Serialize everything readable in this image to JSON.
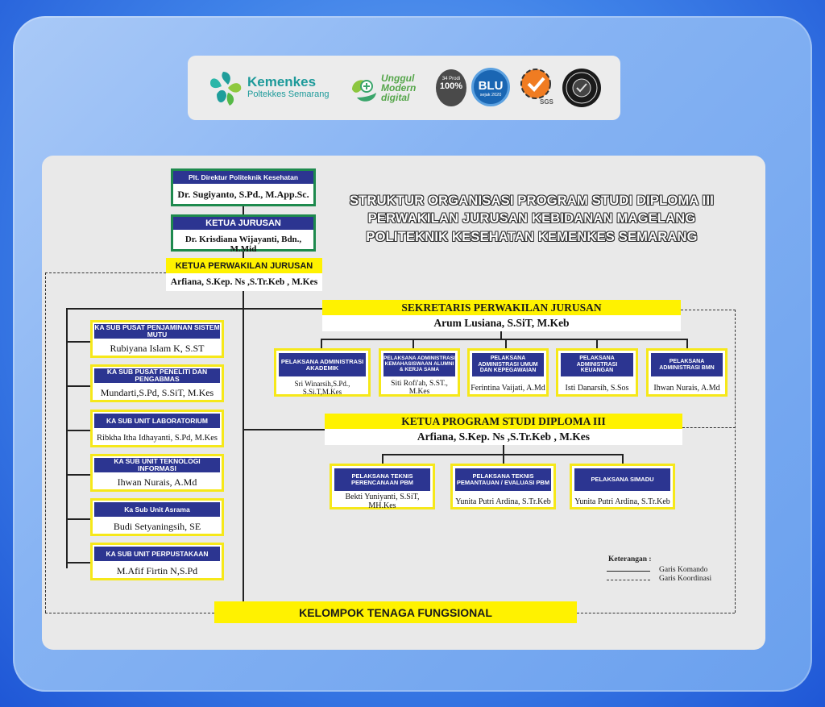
{
  "logos": {
    "kemenkes_title": "Kemenkes",
    "kemenkes_subtitle": "Poltekkes Semarang",
    "unggul_line1": "Unggul",
    "unggul_line2": "Modern",
    "unggul_line3": "digital",
    "prodi_line1": "34 Prodi",
    "prodi_line2": "100%",
    "blu_text": "BLU",
    "blu_sub": "sejak 2020",
    "sgs_text": "SGS"
  },
  "title": {
    "line1": "STRUKTUR ORGANISASI PROGRAM STUDI DIPLOMA III",
    "line2": "PERWAKILAN JURUSAN KEBIDANAN MAGELANG",
    "line3": "POLITEKNIK KESEHATAN KEMENKES SEMARANG"
  },
  "direktur": {
    "role": "Plt. Direktur Politeknik Kesehatan Semarang",
    "name": "Dr. Sugiyanto, S.Pd., M.App.Sc."
  },
  "ketua_jurusan": {
    "role": "KETUA JURUSAN",
    "name": "Dr. Krisdiana Wijayanti, Bdn., M.Mid"
  },
  "ketua_perwakilan": {
    "role": "KETUA PERWAKILAN JURUSAN",
    "name": "Arfiana, S.Kep. Ns ,S.Tr.Keb , M.Kes"
  },
  "sekretaris": {
    "role": "SEKRETARIS PERWAKILAN JURUSAN",
    "name": "Arum Lusiana, S.SiT, M.Keb"
  },
  "kaprodi": {
    "role": "KETUA PROGRAM STUDI DIPLOMA III",
    "name": "Arfiana, S.Kep. Ns ,S.Tr.Keb , M.Kes"
  },
  "kelompok": "KELOMPOK TENAGA FUNGSIONAL",
  "subunits": [
    {
      "role": "KA SUB PUSAT PENJAMINAN SISTEM MUTU",
      "name": "Rubiyana Islam K, S.ST"
    },
    {
      "role": "KA SUB PUSAT PENELITI DAN PENGABMAS",
      "name": "Mundarti,S.Pd, S.SiT, M.Kes"
    },
    {
      "role": "KA SUB UNIT LABORATORIUM",
      "name": "Ribkha Itha Idhayanti, S.Pd, M.Kes"
    },
    {
      "role": "KA SUB UNIT TEKNOLOGI INFORMASI",
      "name": "Ihwan Nurais, A.Md"
    },
    {
      "role": "Ka Sub Unit Asrama",
      "name": "Budi Setyaningsih, SE"
    },
    {
      "role": "KA SUB UNIT PERPUSTAKAAN",
      "name": "M.Afif Firtin N,S.Pd"
    }
  ],
  "admin": [
    {
      "role": "PELAKSANA ADMINISTRASI AKADEMIK",
      "name": "Sri Winarsih,S.Pd., S.Si.T,M.Kes"
    },
    {
      "role": "PELAKSANA ADMINISTRASI KEMAHASISWAAN ALUMNI & KERJA SAMA",
      "name": "Siti Rofi'ah, S.ST., M.Kes"
    },
    {
      "role": "PELAKSANA ADMINISTRASI UMUM DAN KEPEGAWAIAN",
      "name": "Ferintina Vaijati, A.Md"
    },
    {
      "role": "PELAKSANA ADMINISTRASI KEUANGAN",
      "name": "Isti Danarsih, S.Sos"
    },
    {
      "role": "PELAKSANA ADMINISTRASI BMN",
      "name": "Ihwan Nurais, A.Md"
    }
  ],
  "teknis": [
    {
      "role": "PELAKSANA TEKNIS PERENCANAAN PBM",
      "name": "Bekti Yuniyanti, S.SiT, MH.Kes"
    },
    {
      "role": "PELAKSANA TEKNIS PEMANTAUAN / EVALUASI PBM",
      "name": "Yunita Putri Ardina, S.Tr.Keb"
    },
    {
      "role": "PELAKSANA SIMADU",
      "name": "Yunita Putri Ardina, S.Tr.Keb"
    }
  ],
  "legend": {
    "title": "Keterangan :",
    "komando": "Garis Komando",
    "koordinasi": "Garis Koordinasi"
  }
}
